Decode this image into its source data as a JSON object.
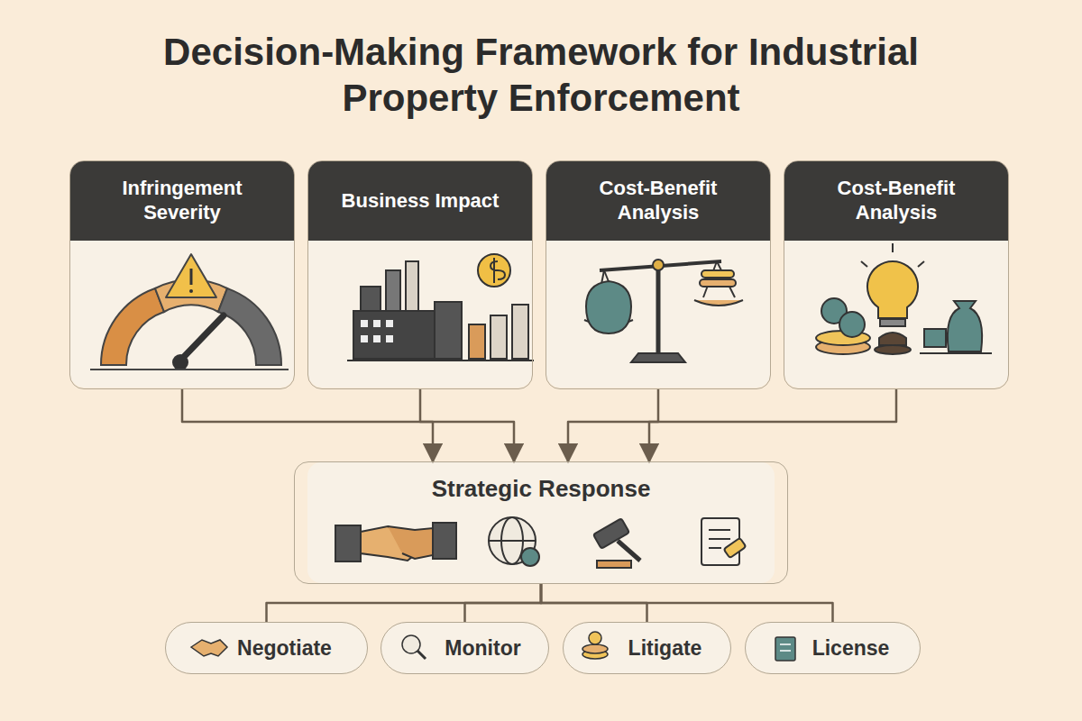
{
  "diagram": {
    "title": "Decision-Making Framework for Industrial Property Enforcement",
    "nodes": [
      {
        "text": [
          "Infringement Severity"
        ]
      },
      {
        "text": [
          "Business Impact"
        ]
      },
      {
        "text": [
          "Cost-Benefit Analysis"
        ]
      },
      {
        "text": [
          "Cost-Benefit Analysis"
        ]
      },
      {
        "text": [
          "Strategic Response"
        ]
      },
      {
        "text": [
          "Negotiate"
        ]
      },
      {
        "text": [
          "Monitor"
        ]
      },
      {
        "text": [
          "Litigate"
        ]
      },
      {
        "text": [
          "License"
        ]
      }
    ],
    "edges": [
      {
        "from": 0,
        "to": 4,
        "arrow": "to"
      },
      {
        "from": 1,
        "to": 4,
        "arrow": "to"
      },
      {
        "from": 2,
        "to": 4,
        "arrow": "to"
      },
      {
        "from": 3,
        "to": 4,
        "arrow": "to"
      },
      {
        "from": 4,
        "to": 5,
        "arrow": "none"
      },
      {
        "from": 4,
        "to": 6,
        "arrow": "none"
      },
      {
        "from": 4,
        "to": 7,
        "arrow": "none"
      },
      {
        "from": 4,
        "to": 8,
        "arrow": "none"
      }
    ]
  }
}
